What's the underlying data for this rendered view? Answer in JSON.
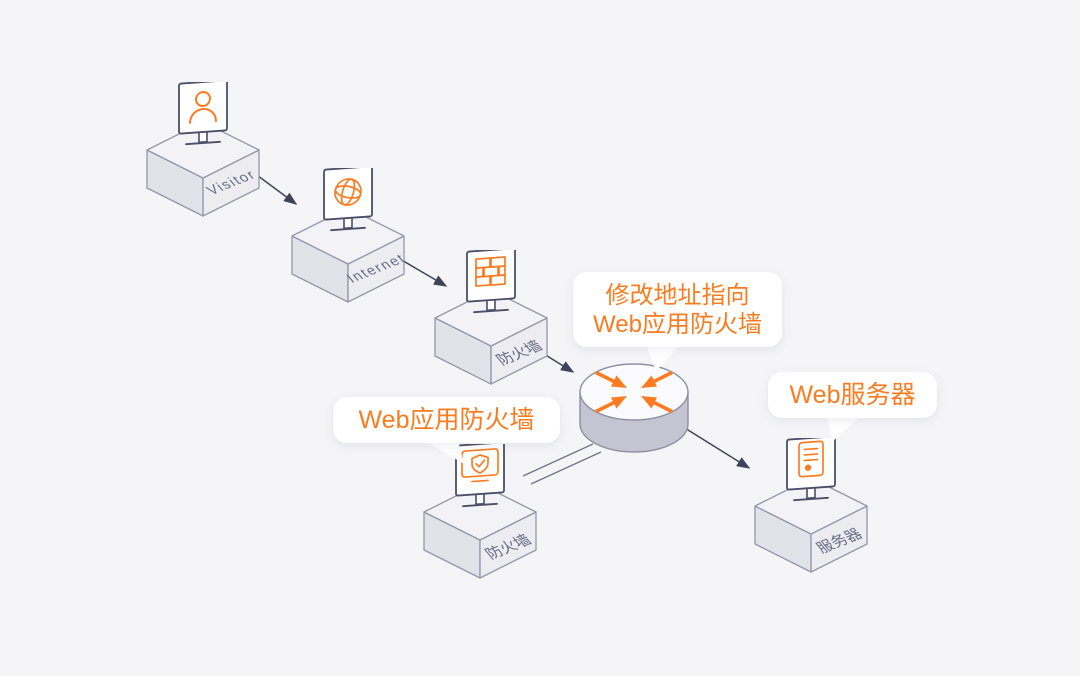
{
  "colors": {
    "background": "#f5f5f7",
    "accent_orange": "#fb7c20",
    "connector": "#3f435a",
    "box_border": "#9497ac",
    "label_text": "#686c86"
  },
  "nodes": [
    {
      "key": "visitor",
      "label": "Visitor",
      "icon": "person-icon"
    },
    {
      "key": "internet",
      "label": "Internet",
      "icon": "globe-icon"
    },
    {
      "key": "firewall-1",
      "label": "防火墙",
      "icon": "firewall-brick-icon"
    },
    {
      "key": "waf-firewall",
      "label": "防火墙",
      "icon": "shield-check-monitor-icon"
    },
    {
      "key": "web-server",
      "label": "服务器",
      "icon": "document-server-icon"
    }
  ],
  "router": {
    "key": "traffic-redirect-router",
    "description": "cylinder with four inward orange arrows"
  },
  "callouts": [
    {
      "key": "redirect-note",
      "line1": "修改地址指向",
      "line2": "Web应用防火墙"
    },
    {
      "key": "waf-note",
      "line1": "Web应用防火墙"
    },
    {
      "key": "server-note",
      "line1": "Web服务器"
    }
  ]
}
